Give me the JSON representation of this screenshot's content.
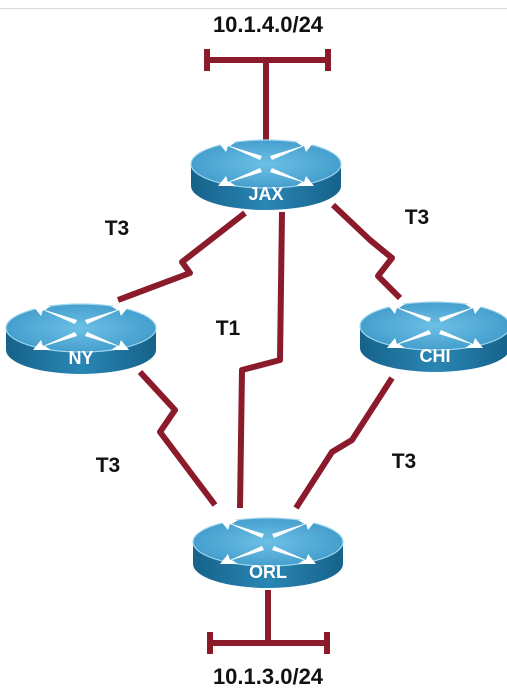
{
  "colors": {
    "link": "#8b1a2b",
    "router_top": "#4fa7d3",
    "router_side": "#1d6f99",
    "arrow": "#ffffff"
  },
  "networks": {
    "top": "10.1.4.0/24",
    "bottom": "10.1.3.0/24"
  },
  "routers": {
    "jax": "JAX",
    "ny": "NY",
    "chi": "CHI",
    "orl": "ORL"
  },
  "links": {
    "jax_ny": "T3",
    "jax_chi": "T3",
    "jax_orl": "T1",
    "ny_orl": "T3",
    "chi_orl": "T3"
  }
}
